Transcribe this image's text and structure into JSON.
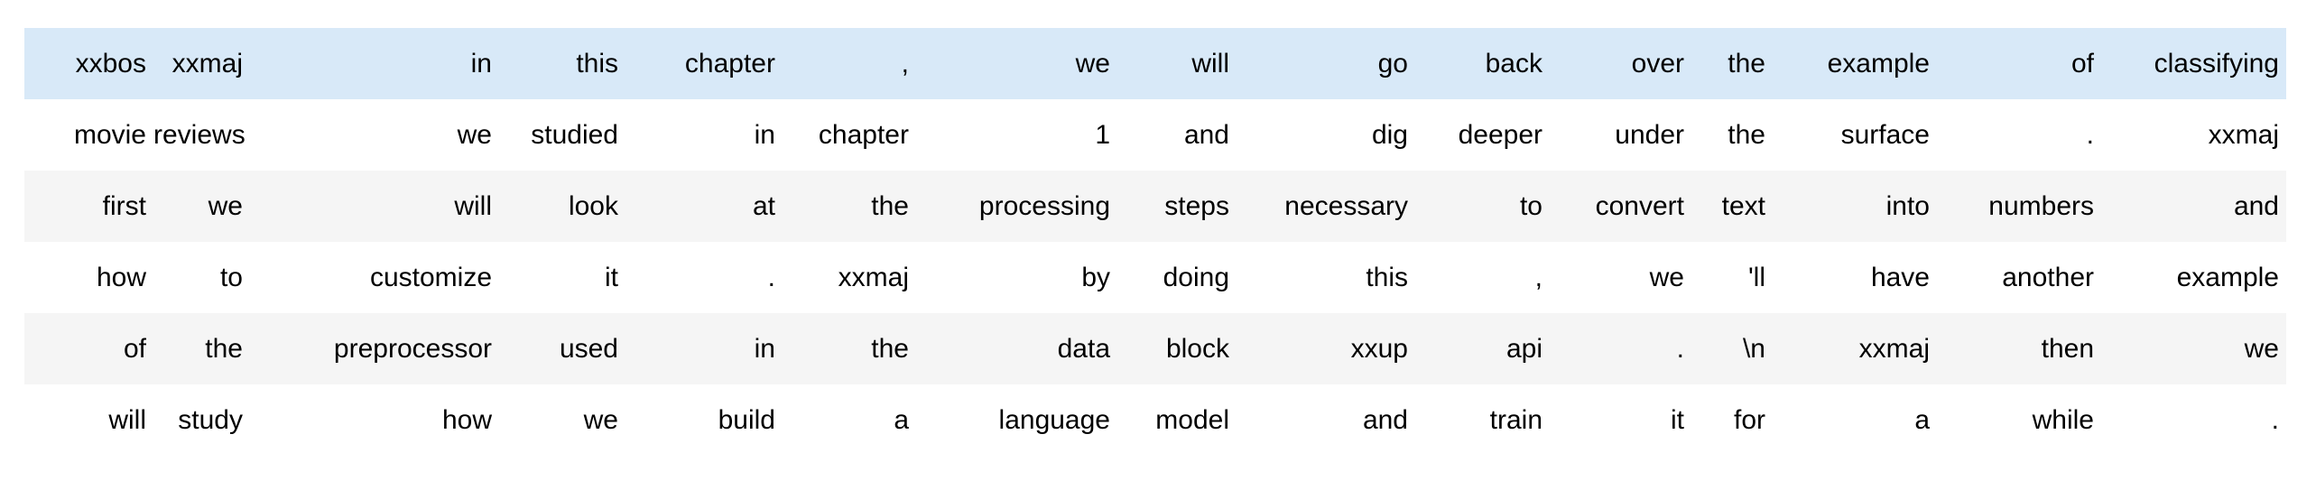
{
  "colors": {
    "highlight_row_bg": "#d8e9f8",
    "stripe_row_bg": "#f5f5f5",
    "default_row_bg": "#ffffff",
    "text": "#000000"
  },
  "table": {
    "row_count": 6,
    "col_count": 15,
    "rows": [
      {
        "bg": "highlight",
        "cells": [
          "xxbos",
          "xxmaj",
          "in",
          "this",
          "chapter",
          ",",
          "we",
          "will",
          "go",
          "back",
          "over",
          "the",
          "example",
          "of",
          "classifying"
        ]
      },
      {
        "bg": "white",
        "cells": [
          "movie",
          "reviews",
          "we",
          "studied",
          "in",
          "chapter",
          "1",
          "and",
          "dig",
          "deeper",
          "under",
          "the",
          "surface",
          ".",
          "xxmaj"
        ]
      },
      {
        "bg": "gray",
        "cells": [
          "first",
          "we",
          "will",
          "look",
          "at",
          "the",
          "processing",
          "steps",
          "necessary",
          "to",
          "convert",
          "text",
          "into",
          "numbers",
          "and"
        ]
      },
      {
        "bg": "white",
        "cells": [
          "how",
          "to",
          "customize",
          "it",
          ".",
          "xxmaj",
          "by",
          "doing",
          "this",
          ",",
          "we",
          "'ll",
          "have",
          "another",
          "example"
        ]
      },
      {
        "bg": "gray",
        "cells": [
          "of",
          "the",
          "preprocessor",
          "used",
          "in",
          "the",
          "data",
          "block",
          "xxup",
          "api",
          ".",
          "\\n",
          "xxmaj",
          "then",
          "we"
        ]
      },
      {
        "bg": "white",
        "cells": [
          "will",
          "study",
          "how",
          "we",
          "build",
          "a",
          "language",
          "model",
          "and",
          "train",
          "it",
          "for",
          "a",
          "while",
          "."
        ]
      }
    ]
  }
}
